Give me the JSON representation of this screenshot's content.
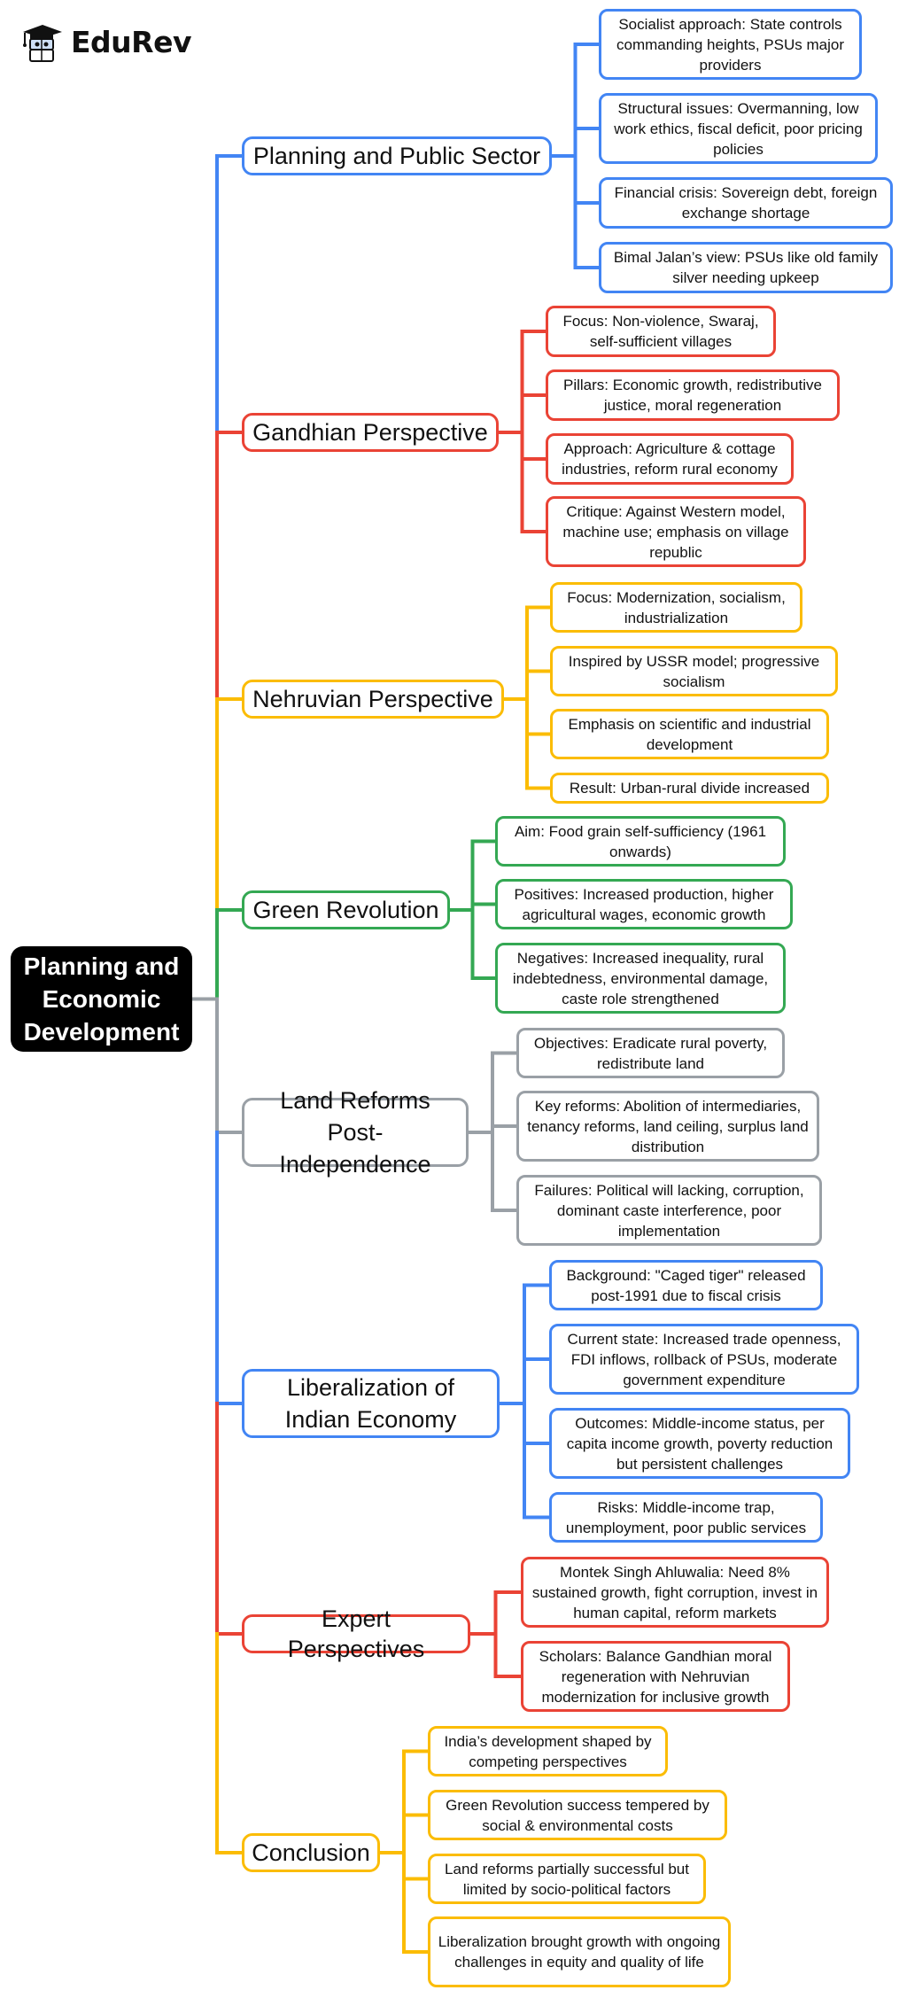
{
  "logo": {
    "text": "EduRev",
    "icon": "graduation-cap-book-icon"
  },
  "root": {
    "title": "Planning and Economic Development"
  },
  "colors": {
    "blue": "#4285f4",
    "red": "#ea4335",
    "yellow": "#fbbc04",
    "green": "#34a853",
    "gray": "#9aa0a6",
    "root_bg": "#000000"
  },
  "branches": [
    {
      "title": "Planning and Public Sector",
      "color": "blue",
      "children": [
        "Socialist approach: State controls commanding heights, PSUs major providers",
        "Structural issues: Overmanning, low work ethics, fiscal deficit, poor pricing policies",
        "Financial crisis: Sovereign debt, foreign exchange shortage",
        "Bimal Jalan’s view: PSUs like old family silver needing upkeep"
      ]
    },
    {
      "title": "Gandhian Perspective",
      "color": "red",
      "children": [
        "Focus: Non-violence, Swaraj, self-sufficient villages",
        "Pillars: Economic growth, redistributive justice, moral regeneration",
        "Approach: Agriculture & cottage industries, reform rural economy",
        "Critique: Against Western model, machine use; emphasis on village republic"
      ]
    },
    {
      "title": "Nehruvian Perspective",
      "color": "yellow",
      "children": [
        "Focus: Modernization, socialism, industrialization",
        "Inspired by USSR model; progressive socialism",
        "Emphasis on scientific and industrial development",
        "Result: Urban-rural divide increased"
      ]
    },
    {
      "title": "Green Revolution",
      "color": "green",
      "children": [
        "Aim: Food grain self-sufficiency (1961 onwards)",
        "Positives: Increased production, higher agricultural wages, economic growth",
        "Negatives: Increased inequality, rural indebtedness, environmental damage, caste role strengthened"
      ]
    },
    {
      "title": "Land Reforms Post-Independence",
      "color": "gray",
      "children": [
        "Objectives: Eradicate rural poverty, redistribute land",
        "Key reforms: Abolition of intermediaries, tenancy reforms, land ceiling, surplus land distribution",
        "Failures: Political will lacking, corruption, dominant caste interference, poor implementation"
      ]
    },
    {
      "title": "Liberalization of Indian Economy",
      "color": "blue",
      "children": [
        "Background: \"Caged tiger\" released post-1991 due to fiscal crisis",
        "Current state: Increased trade openness, FDI inflows, rollback of PSUs, moderate government expenditure",
        "Outcomes: Middle-income status, per capita income growth, poverty reduction but persistent challenges",
        "Risks: Middle-income trap, unemployment, poor public services"
      ]
    },
    {
      "title": "Expert Perspectives",
      "color": "red",
      "children": [
        "Montek Singh Ahluwalia: Need 8% sustained growth, fight corruption, invest in human capital, reform markets",
        "Scholars: Balance Gandhian moral regeneration with Nehruvian modernization for inclusive growth"
      ]
    },
    {
      "title": "Conclusion",
      "color": "yellow",
      "children": [
        "India’s development shaped by competing perspectives",
        "Green Revolution success tempered by social & environmental costs",
        "Land reforms partially successful but limited by socio-political factors",
        "Liberalization brought growth with ongoing challenges in equity and quality of life"
      ]
    }
  ]
}
